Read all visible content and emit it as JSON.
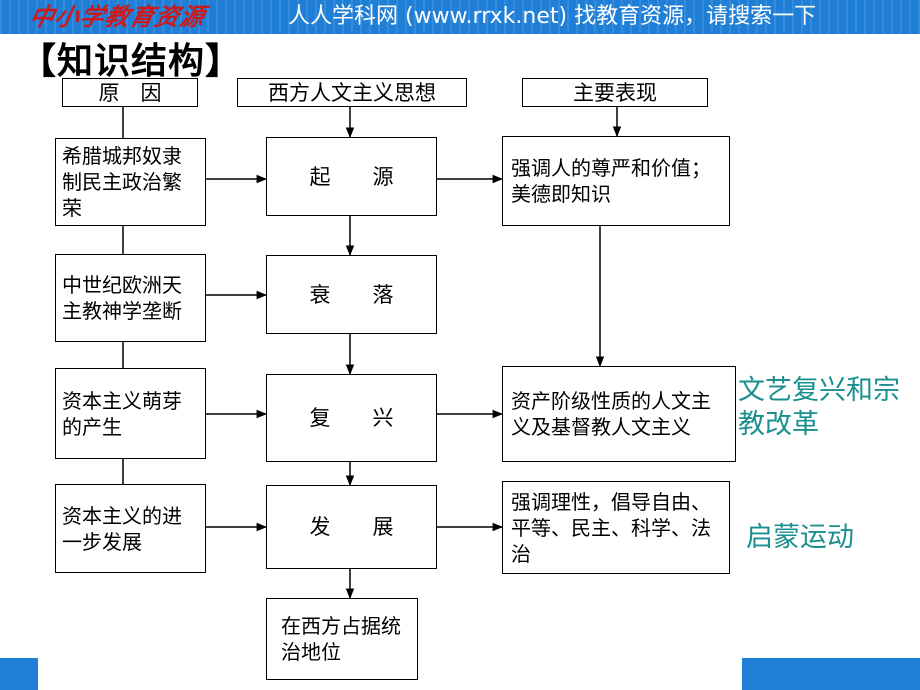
{
  "banner": {
    "logo": "中小学教育资源",
    "text": "人人学科网 (www.rrxk.net) 找教育资源，请搜索一下"
  },
  "title": "【知识结构】",
  "headers": {
    "cause": "原　因",
    "thought": "西方人文主义思想",
    "expression": "主要表现"
  },
  "causes": [
    "希腊城邦奴隶制民主政治繁荣",
    "中世纪欧洲天主教神学垄断",
    "资本主义萌芽的产生",
    "资本主义的进一步发展"
  ],
  "stages": [
    "起　　源",
    "衰　　落",
    "复　　兴",
    "发　　展",
    "在西方占据统治地位"
  ],
  "expressions": [
    "强调人的尊严和价值；美德即知识",
    "资产阶级性质的人文主义及基督教人文主义",
    "强调理性，倡导自由、平等、民主、科学、法治"
  ],
  "notes": {
    "renaissance": "文艺复兴和宗教改革",
    "enlightenment": "启蒙运动"
  },
  "colors": {
    "banner": "#1f7fd6",
    "note": "#1a8f8f",
    "logo": "#cc1a1a"
  }
}
